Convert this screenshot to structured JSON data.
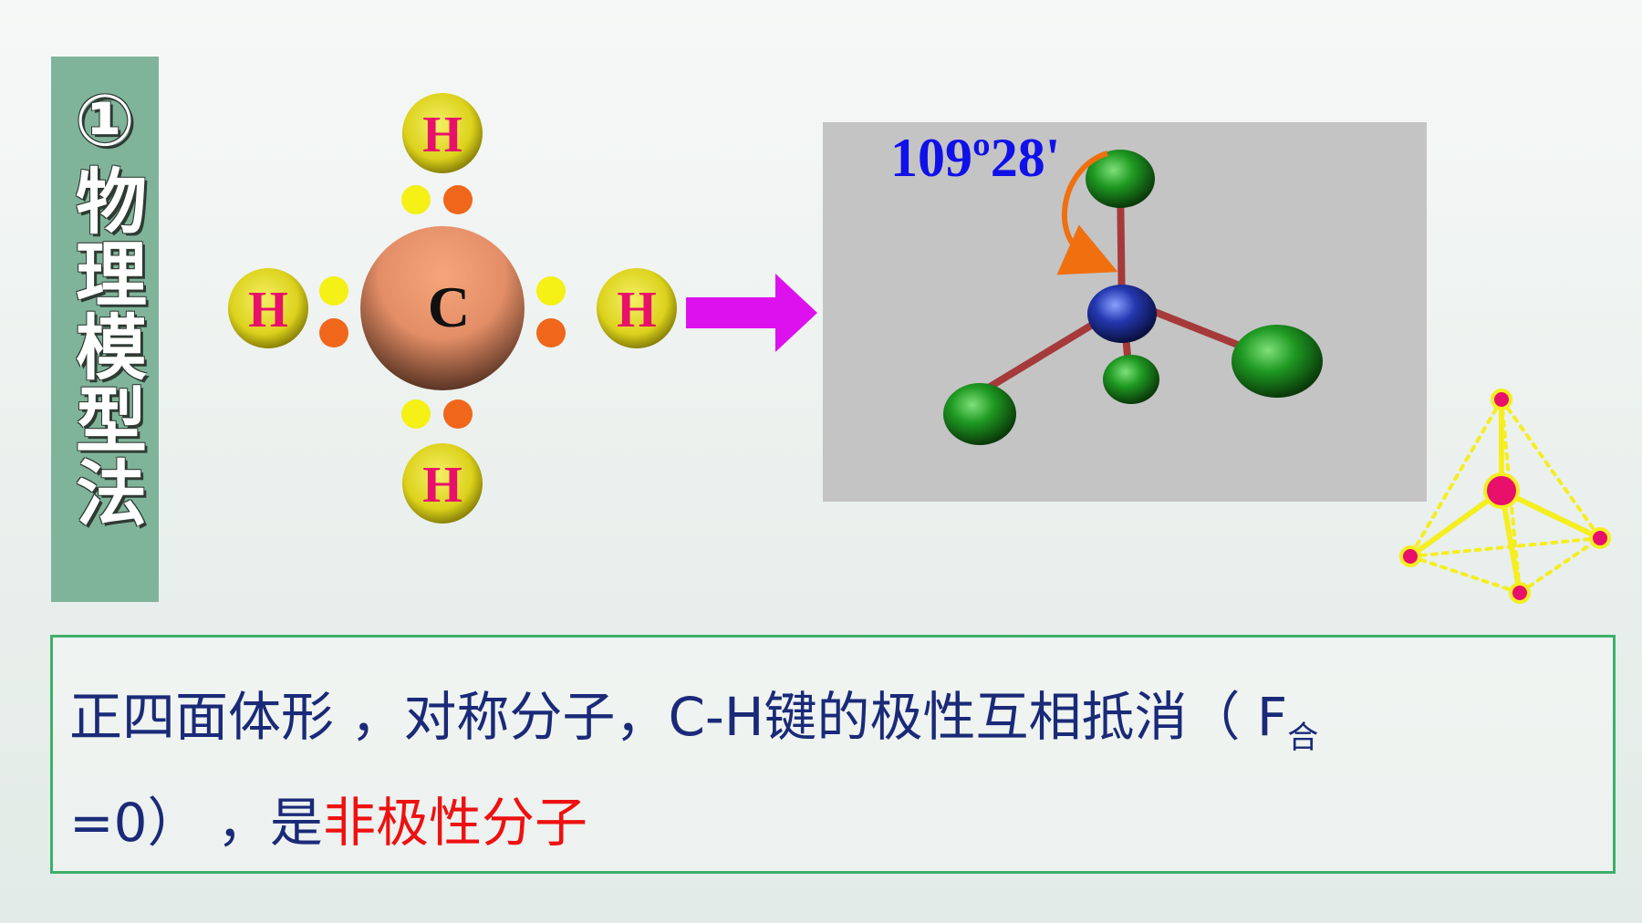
{
  "title": {
    "number": "①",
    "text": "物理模型法"
  },
  "dot_diagram": {
    "center_atom": "C",
    "h_top": "H",
    "h_left": "H",
    "h_right": "H",
    "h_bottom": "H"
  },
  "model": {
    "angle": "109º28'"
  },
  "description": {
    "line1_main": "正四面体形 ，对称分子，C-H键的极性互相抵消（ F",
    "line1_sub": "合",
    "line2_prefix": "=0）  ，是",
    "line2_highlight": "非极性分子"
  },
  "colors": {
    "title_bar": "#7fb49a",
    "hydrogen_label": "#e8106a",
    "arrow": "#dd11ee",
    "angle_text": "#1010e8",
    "body_text": "#1a2a78",
    "highlight_text": "#ee1111",
    "box_border": "#3db06a"
  }
}
